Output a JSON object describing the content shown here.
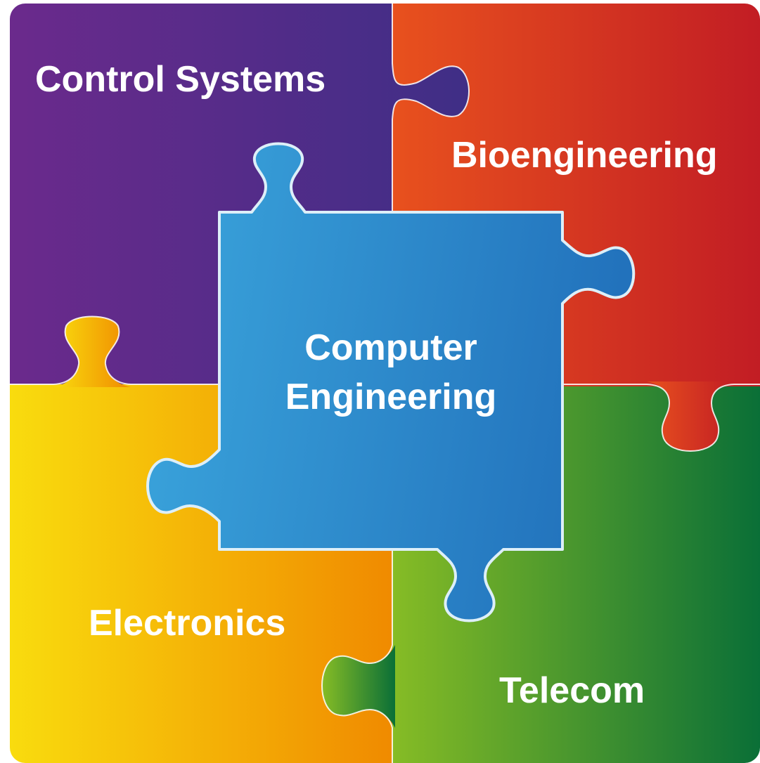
{
  "pieces": {
    "control_systems": {
      "label": "Control Systems",
      "color_start": "#6B2A8C",
      "color_end": "#3F2E86"
    },
    "bioengineering": {
      "label": "Bioengineering",
      "color_start": "#E8511E",
      "color_end": "#C21D24"
    },
    "electronics": {
      "label": "Electronics",
      "color_start": "#F9DC0E",
      "color_end": "#F08A00"
    },
    "telecom": {
      "label": "Telecom",
      "color_start": "#86BC25",
      "color_end": "#0A6F37"
    },
    "computer_engineering": {
      "label_line1": "Computer",
      "label_line2": "Engineering",
      "color_start": "#3BA6DD",
      "color_end": "#2272BC"
    }
  },
  "colors": {
    "outline": "#DDEFF8",
    "label": "#FFFFFF"
  }
}
